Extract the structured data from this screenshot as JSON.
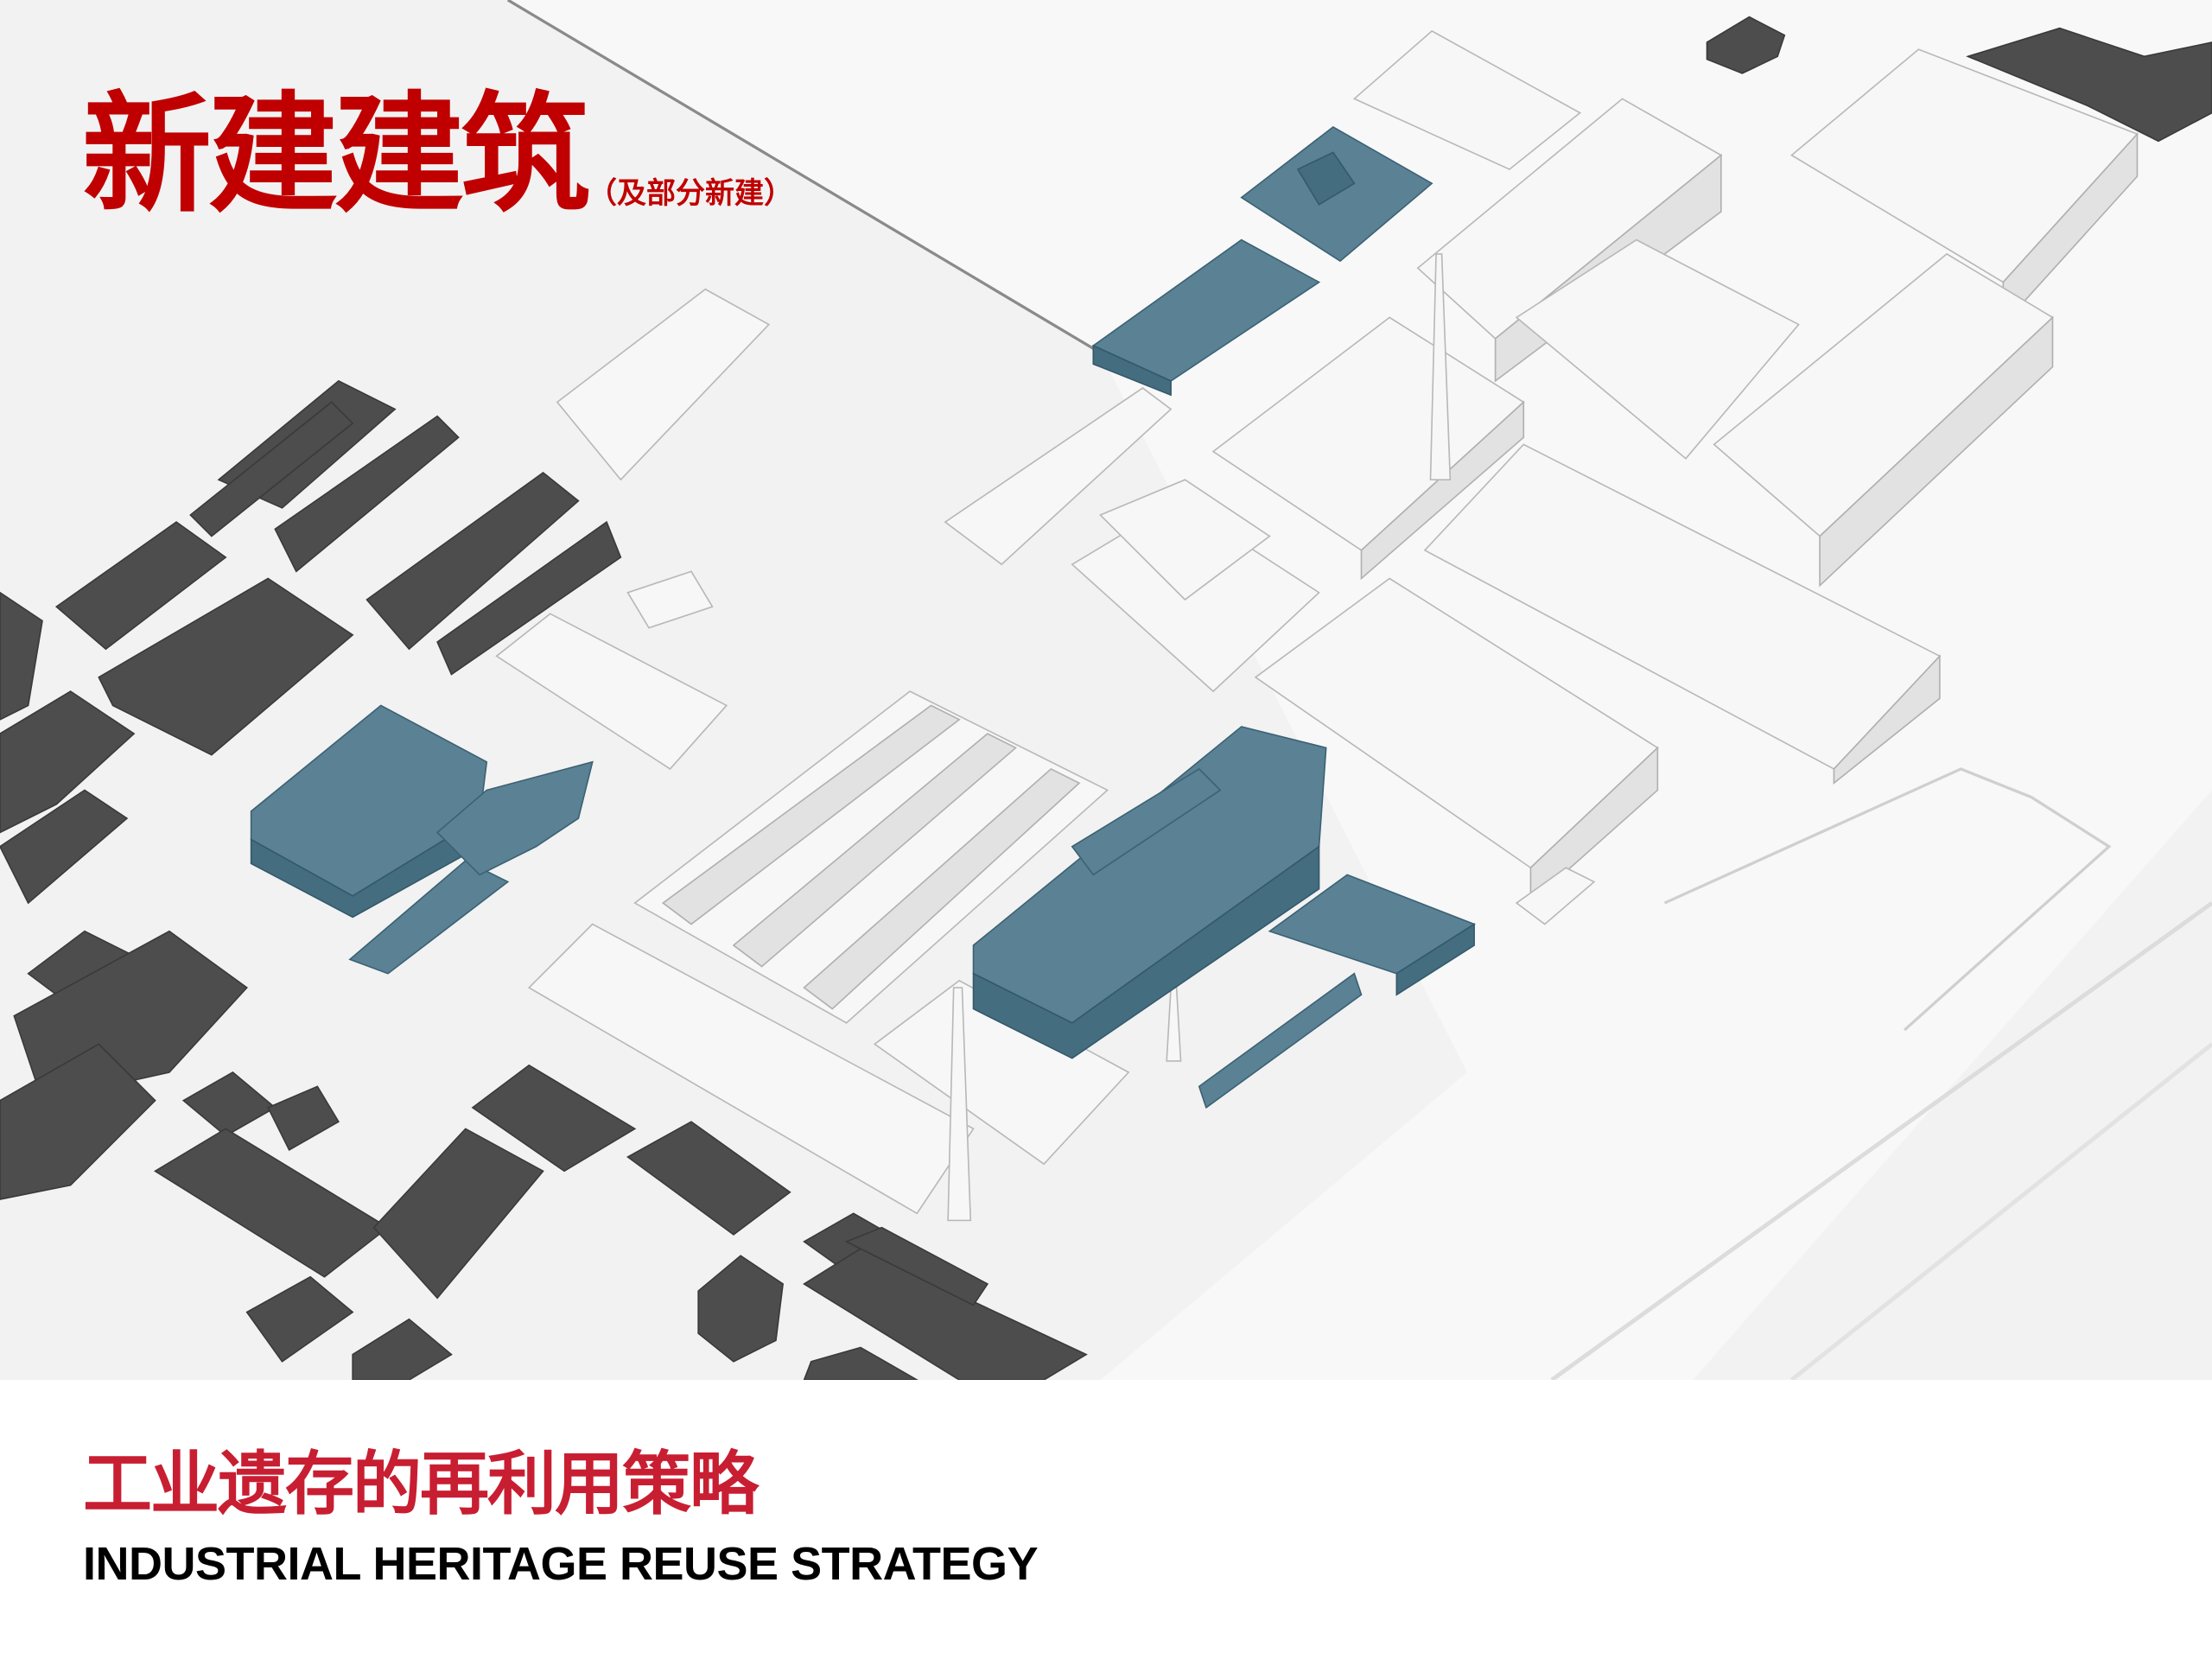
{
  "header": {
    "title": "新建建筑",
    "subtitle": "（及部分新建）"
  },
  "footer": {
    "title_cn": "工业遗存的再利用策略",
    "title_en": "INDUSTRIAL HERITAGE REUSE STRATEGY"
  },
  "legend_colors": {
    "new_building": "#5a8194",
    "existing_building": "#f7f7f7",
    "surrounding_building": "#4d4d4d",
    "title_red": "#c00000"
  }
}
